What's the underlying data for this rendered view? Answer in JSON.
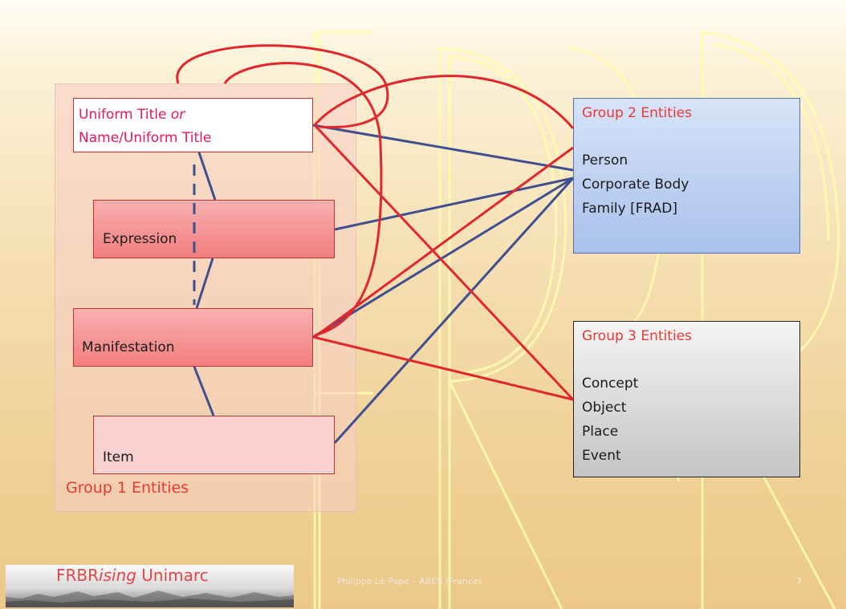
{
  "watermark": {
    "text": "FRBR"
  },
  "group1": {
    "label": "Group 1 Entities",
    "uniform_title": {
      "line1_a": "Uniform Title",
      "line1_b": "or",
      "line2": "Name/Uniform Title"
    },
    "expression": "Expression",
    "manifestation": "Manifestation",
    "item": "Item"
  },
  "group2": {
    "title": "Group 2 Entities",
    "items": [
      "Person",
      "Corporate Body",
      "Family [FRAD]"
    ]
  },
  "group3": {
    "title": "Group 3 Entities",
    "items": [
      "Concept",
      "Object",
      "Place",
      "Event"
    ]
  },
  "footer": {
    "title_prefix": "FRBR",
    "title_italic": "ising",
    "title_suffix": " Unimarc",
    "author": "Philippe Le Pape – ABES (France)",
    "page": "7"
  },
  "colors": {
    "red_link": "#e0272e",
    "blue_link": "#3f4f8f",
    "watermark": "#fffbb0"
  }
}
